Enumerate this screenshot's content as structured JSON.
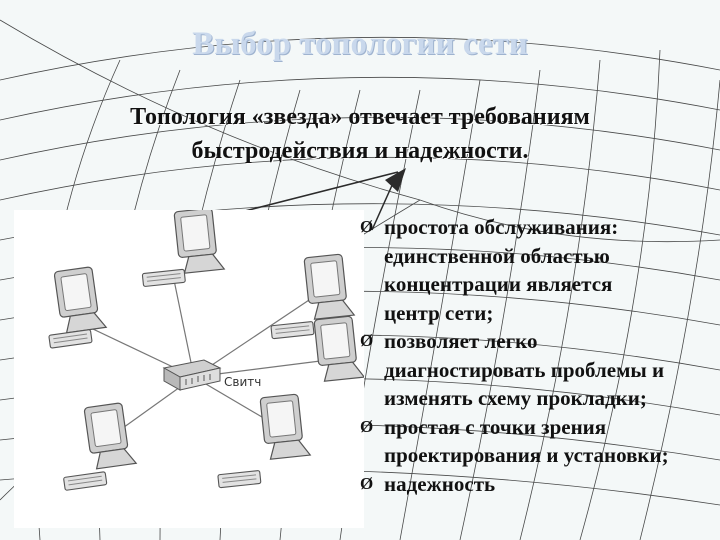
{
  "slide": {
    "title": "Выбор топологии сети",
    "subtitle_lines": [
      "Топология «звезда» отвечает требованиям",
      "быстродействия и надежности."
    ]
  },
  "diagram": {
    "switch_label": "Свитч"
  },
  "bullets": [
    {
      "arrow": "Ø",
      "lines": [
        "простота обслуживания:",
        "единственной областью",
        "концентрации является",
        "центр сети;"
      ]
    },
    {
      "arrow": "Ø",
      "lines": [
        "позволяет легко",
        "диагностировать проблемы и",
        "изменять схему прокладки;"
      ]
    },
    {
      "arrow": "Ø",
      "lines": [
        "простая с точки зрения",
        "проектирования и установки;"
      ]
    },
    {
      "arrow": "Ø",
      "lines": [
        "надежность"
      ]
    }
  ],
  "colors": {
    "title": "#c9d8ec",
    "text": "#111111",
    "background_grid": "#2b2b2b"
  }
}
